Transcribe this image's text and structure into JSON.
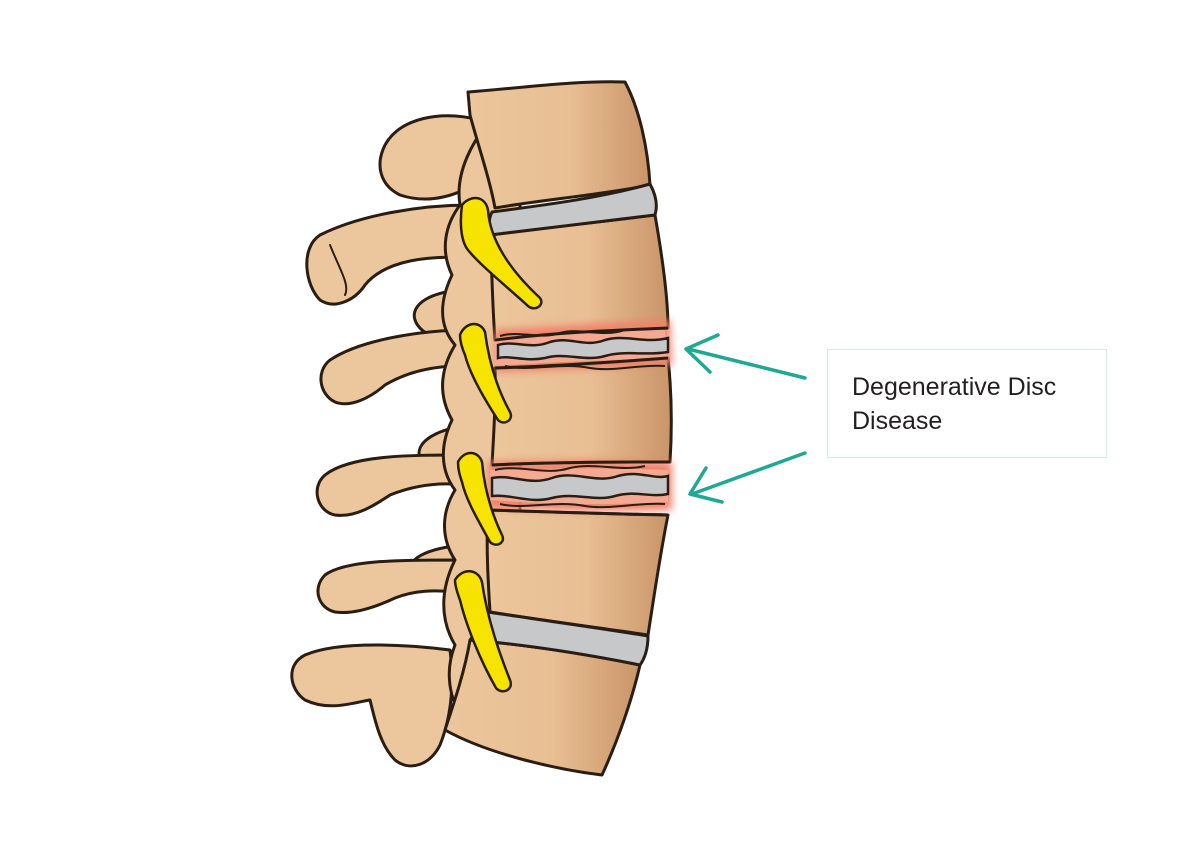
{
  "callout": {
    "line1": "Degenerative Disc",
    "line2": "Disease"
  },
  "colors": {
    "bone": "#ecc69c",
    "bone_shadow": "#cf9b70",
    "bone_outline": "#2a1e14",
    "healthy_disc": "#c6c8ca",
    "degenerated_disc_inflammation": "#f0826a",
    "nerve": "#f6e300",
    "arrow": "#1fa892",
    "callout_border": "#d6ebf0"
  },
  "icons": {
    "illustration": "lumbar-spine-illustration",
    "pointer": "arrow-icon"
  }
}
